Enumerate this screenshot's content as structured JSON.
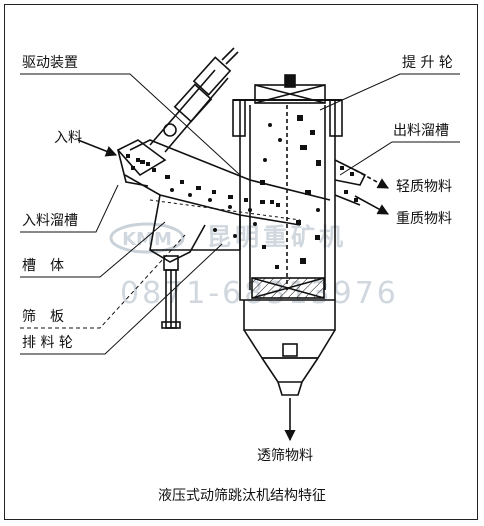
{
  "labels": {
    "drive": "驱动装置",
    "elevator": "提 升 轮",
    "feed": "入料",
    "discharge_chute": "出料溜槽",
    "light_material": "轻质物料",
    "heavy_material": "重质物料",
    "feed_chute": "入料溜槽",
    "tank_body": "槽　体",
    "screen_plate": "筛　板",
    "discharge_wheel": "排 料 轮",
    "through_screen": "透筛物料"
  },
  "caption": "液压式动筛跳汰机结构特征",
  "watermark": {
    "logo": "KMM",
    "company_partial": "昆明重矿机",
    "phone": "0871-68313976"
  },
  "colors": {
    "line": "#111111",
    "watermark": "#c9d1d9"
  }
}
